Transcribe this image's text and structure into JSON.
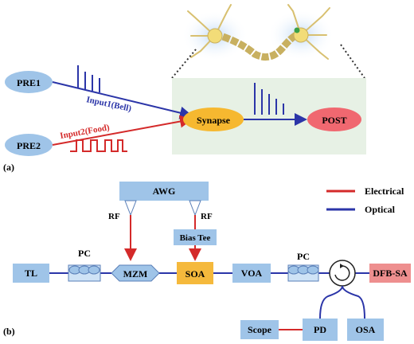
{
  "panel_a": {
    "label": "(a)",
    "pre1": "PRE1",
    "pre2": "PRE2",
    "input1": "Input1(Bell)",
    "input2": "Input2(Food)",
    "synapse": "Synapse",
    "post": "POST"
  },
  "panel_b": {
    "label": "(b)",
    "awg": "AWG",
    "rf_left": "RF",
    "rf_right": "RF",
    "bias_tee": "Bias Tee",
    "tl": "TL",
    "pc_left": "PC",
    "mzm": "MZM",
    "soa": "SOA",
    "voa": "VOA",
    "pc_right": "PC",
    "dfb_sa": "DFB-SA",
    "scope": "Scope",
    "pd": "PD",
    "osa": "OSA"
  },
  "legend": {
    "electrical": "Electrical",
    "optical": "Optical"
  },
  "colors": {
    "electrical": "#d42a2a",
    "optical": "#2b35a8",
    "box_blue": "#9fc4e8",
    "soa_fill": "#f5b93c",
    "dfb_fill": "#ee8f8f",
    "post_fill": "#f06870",
    "synapse_fill": "#f6b830",
    "pre_fill": "#9fc4e8",
    "panel_bg": "#e7f1e5"
  }
}
